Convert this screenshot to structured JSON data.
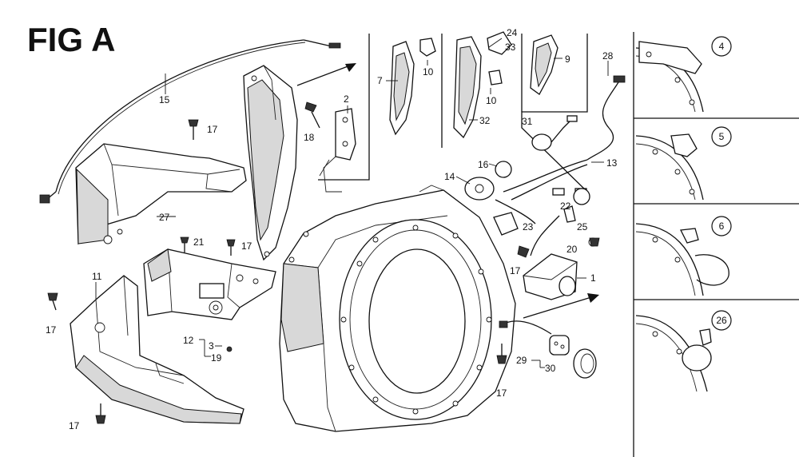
{
  "figure": {
    "title": "FIG A"
  },
  "callouts": {
    "c1": "1",
    "c2": "2",
    "c3": "3",
    "c7": "7",
    "c9": "9",
    "c10a": "10",
    "c10b": "10",
    "c11": "11",
    "c12": "12",
    "c13": "13",
    "c14": "14",
    "c15": "15",
    "c16": "16",
    "c17a": "17",
    "c17b": "17",
    "c17c": "17",
    "c17d": "17",
    "c17e": "17",
    "c17f": "17",
    "c18": "18",
    "c19": "19",
    "c20": "20",
    "c21": "21",
    "c22": "22",
    "c23": "23",
    "c24": "24",
    "c25": "25",
    "c27": "27",
    "c28": "28",
    "c29": "29",
    "c30": "30",
    "c31": "31",
    "c32": "32",
    "c33": "33"
  },
  "variants": {
    "v4": "4",
    "v5": "5",
    "v6": "6",
    "v26": "26"
  }
}
